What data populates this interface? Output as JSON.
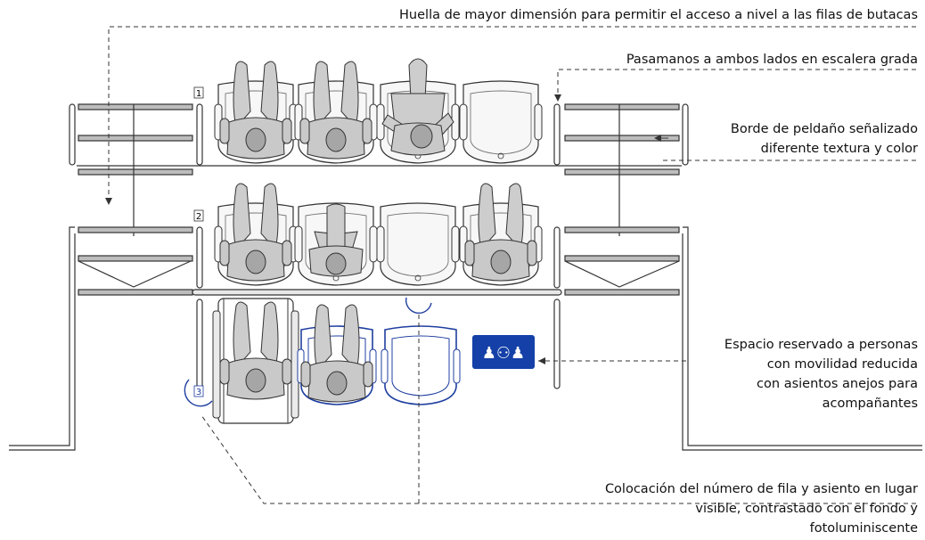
{
  "annotations": {
    "huella": "Huella de mayor dimensión para permitir el acceso a nivel a las filas de butacas",
    "pasamanos": "Pasamanos a ambos lados en escalera grada",
    "borde": [
      "Borde de peldaño señalizado",
      "diferente textura y color"
    ],
    "espacio": [
      "Espacio reservado a personas",
      "con movilidad reducida",
      "con asientos anejos para",
      "acompañantes"
    ],
    "colocacion": [
      "Colocación del número de fila y asiento en lugar",
      "visible, contrastado con el fondo y",
      "fotoluminiscente"
    ]
  },
  "row_numbers": [
    "1",
    "2",
    "3"
  ],
  "rows": [
    {
      "row": "1",
      "seats": [
        {
          "occupant": "person-legs-down"
        },
        {
          "occupant": "person-legs-down"
        },
        {
          "occupant": "person-leaning"
        },
        {
          "occupant": "empty"
        }
      ]
    },
    {
      "row": "2",
      "seats": [
        {
          "occupant": "person-legs-down"
        },
        {
          "occupant": "person-legs-up"
        },
        {
          "occupant": "empty"
        },
        {
          "occupant": "person-legs-down"
        }
      ]
    },
    {
      "row": "3",
      "seats": [
        {
          "occupant": "wheelchair-user"
        },
        {
          "occupant": "person-legs-down",
          "reserved": true
        },
        {
          "occupant": "empty",
          "reserved": true
        }
      ]
    }
  ],
  "pmr_sign": {
    "icon": "accessibility-sign-icon",
    "glyphs": "♟⚇♟"
  },
  "colors": {
    "line": "#333333",
    "seat_fill": "#f6f6f6",
    "person_fill": "#c8c8c8",
    "head_fill": "#a8a8a8",
    "highlight": "#1f3fa0",
    "sign_bg": "#1440a8"
  }
}
